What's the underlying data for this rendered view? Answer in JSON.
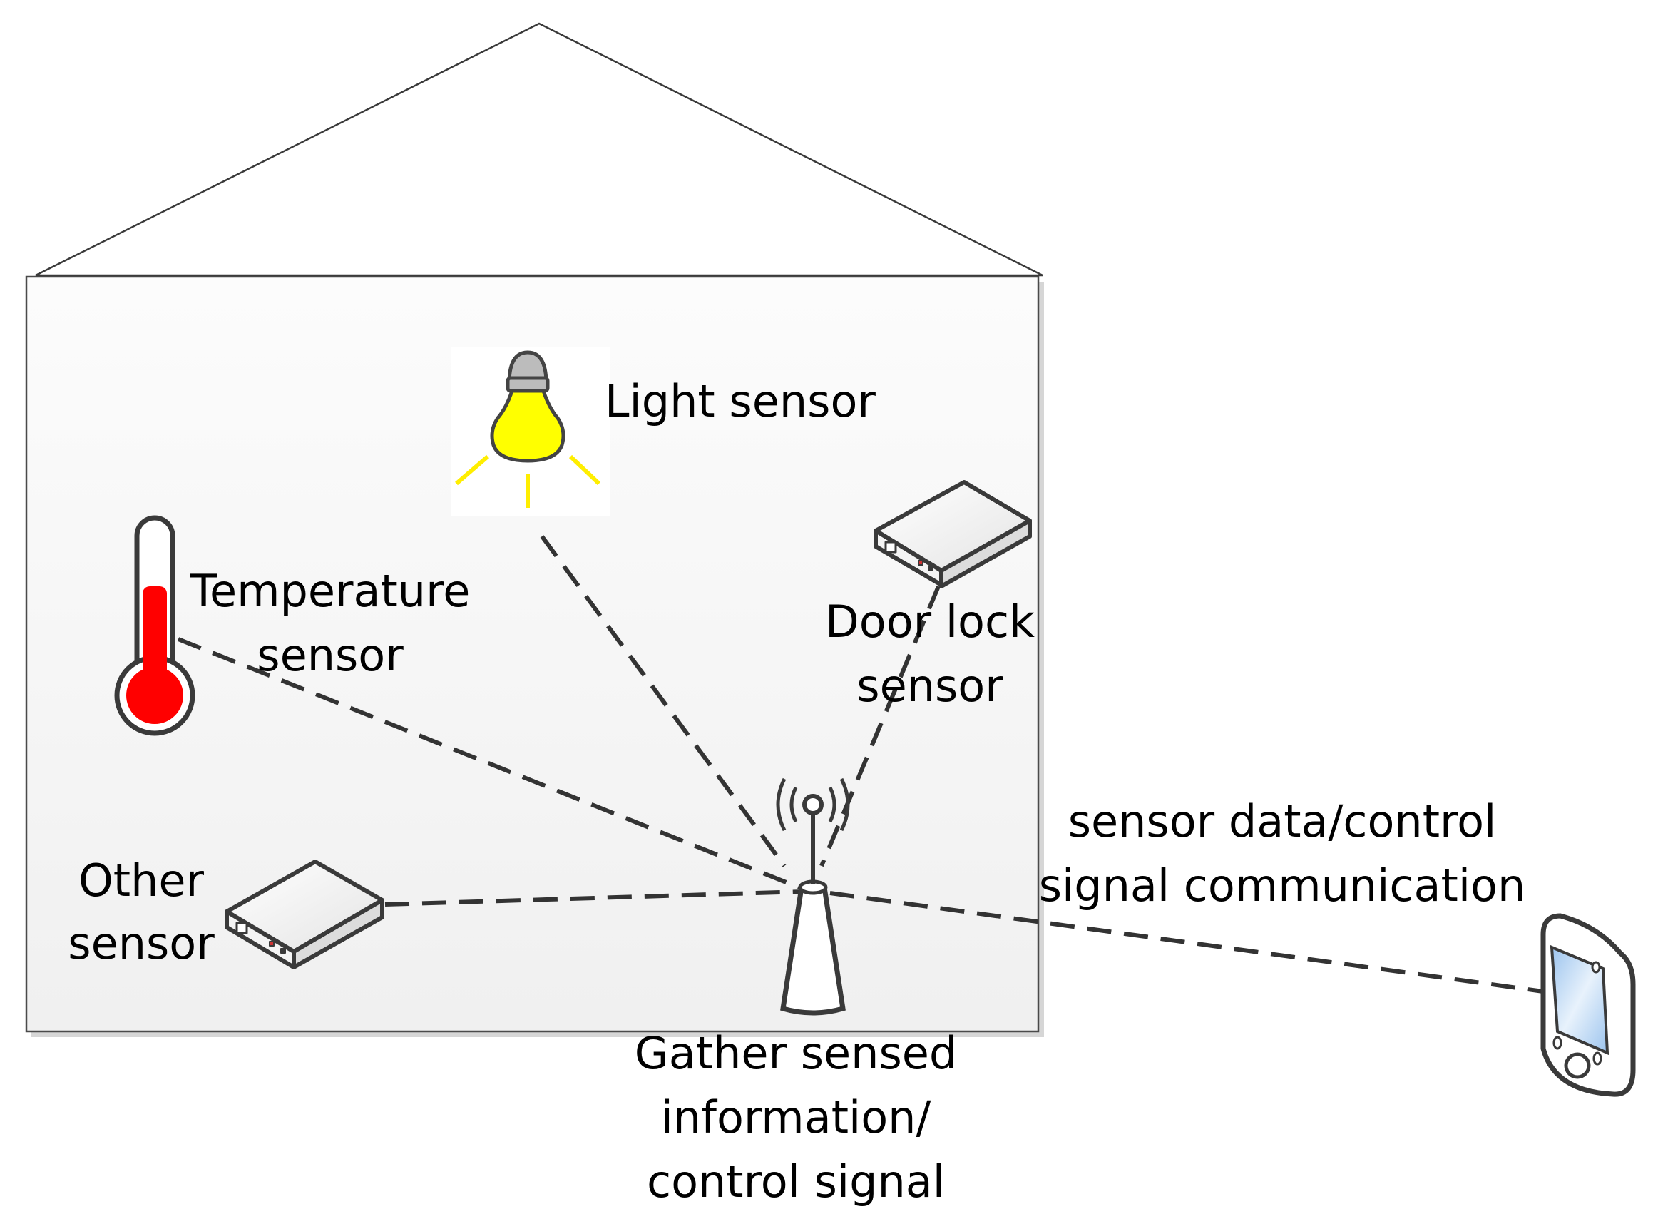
{
  "labels": {
    "light_sensor": "Light sensor",
    "temperature_sensor": [
      "Temperature",
      "sensor"
    ],
    "door_lock_sensor": [
      "Door lock",
      "sensor"
    ],
    "other_sensor": [
      "Other",
      "sensor"
    ],
    "gateway": [
      "Gather sensed",
      "information/",
      "control signal"
    ],
    "communication": [
      "sensor data/control",
      "signal communication"
    ]
  },
  "icons": {
    "light": "light-bulb-icon",
    "temperature": "thermometer-icon",
    "door_lock": "sensor-box-icon",
    "other": "sensor-box-icon",
    "gateway": "wireless-router-icon",
    "phone": "smartphone-icon"
  },
  "colors": {
    "bulb": "#ffff00",
    "bulb_rays": "#ffee00",
    "thermometer_fill": "#ff0000",
    "device_outline": "#3a3a3a",
    "lines": "#333333",
    "screen": "#bcd9f5"
  }
}
